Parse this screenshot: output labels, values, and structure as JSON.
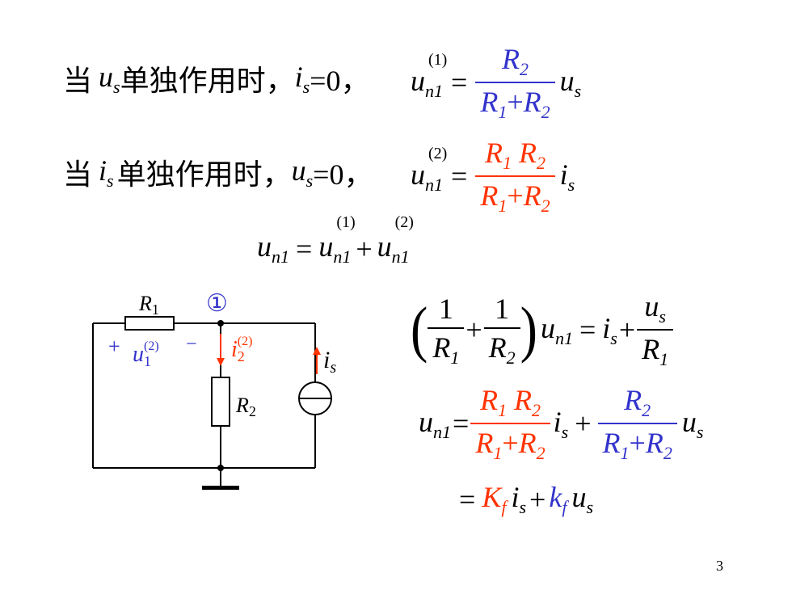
{
  "line1": {
    "prefix": "当",
    "var": "u",
    "var_sub": "s",
    "text": "单独作用时，",
    "cond_var": "i",
    "cond_sub": "s",
    "cond_val": "=0，",
    "lhs": "u",
    "lhs_sub": "n1",
    "lhs_sup": "(1)",
    "eq": "=",
    "num": "R",
    "num_sub": "2",
    "den_a": "R",
    "den_a_sub": "1",
    "den_plus": "+",
    "den_b": "R",
    "den_b_sub": "2",
    "tail": "u",
    "tail_sub": "s"
  },
  "line2": {
    "prefix": "当",
    "var": "i",
    "var_sub": "s",
    "text": "单独作用时，",
    "cond_var": "u",
    "cond_sub": "s",
    "cond_val": "=0，",
    "lhs": "u",
    "lhs_sub": "n1",
    "lhs_sup": "(2)",
    "eq": "=",
    "num_a": "R",
    "num_a_sub": "1",
    "num_b": "R",
    "num_b_sub": "2",
    "den_a": "R",
    "den_a_sub": "1",
    "den_plus": "+",
    "den_b": "R",
    "den_b_sub": "2",
    "tail": "i",
    "tail_sub": "s"
  },
  "line3": {
    "lhs": "u",
    "lhs_sub": "n1",
    "eq": "=",
    "t1": "u",
    "t1_sub": "n1",
    "t1_sup": "(1)",
    "plus": "+",
    "t2": "u",
    "t2_sub": "n1",
    "t2_sup": "(2)"
  },
  "circuit": {
    "r1": "R",
    "r1_sub": "1",
    "r2": "R",
    "r2_sub": "2",
    "node": "①",
    "plus": "+",
    "minus": "−",
    "u1": "u",
    "u1_sub": "1",
    "u1_sup": "(2)",
    "i2": "i",
    "i2_sub": "2",
    "i2_sup": "(2)",
    "is": "i",
    "is_sub": "s"
  },
  "eq_node": {
    "one": "1",
    "r1": "R",
    "r1_sub": "1",
    "plus": "+",
    "r2": "R",
    "r2_sub": "2",
    "u": "u",
    "u_sub": "n1",
    "eq": "=",
    "is": "i",
    "is_sub": "s",
    "us": "u",
    "us_sub": "s"
  },
  "eq_sol": {
    "lhs": "u",
    "lhs_sub": "n1",
    "eq": "=",
    "plus": "+"
  },
  "eq_final": {
    "eq": "=",
    "K": "K",
    "K_sub": "f",
    "i": "i",
    "i_sub": "s",
    "plus": "+",
    "k": "k",
    "k_sub": "f",
    "u": "u",
    "u_sub": "s"
  },
  "page_number": "3",
  "colors": {
    "blue": "#3333cc",
    "red": "#ff3300"
  }
}
